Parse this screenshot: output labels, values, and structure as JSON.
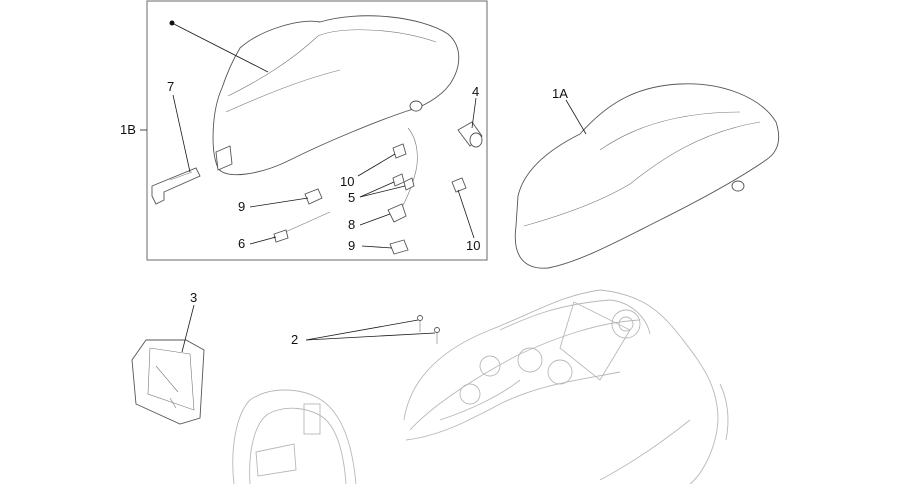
{
  "labels": {
    "l1B": "1B",
    "l1A": "1A",
    "l7": "7",
    "l4": "4",
    "l10a": "10",
    "l5": "5",
    "l9a": "9",
    "l8": "8",
    "l6": "6",
    "l9b": "9",
    "l10b": "10",
    "l3": "3",
    "l2": "2"
  }
}
